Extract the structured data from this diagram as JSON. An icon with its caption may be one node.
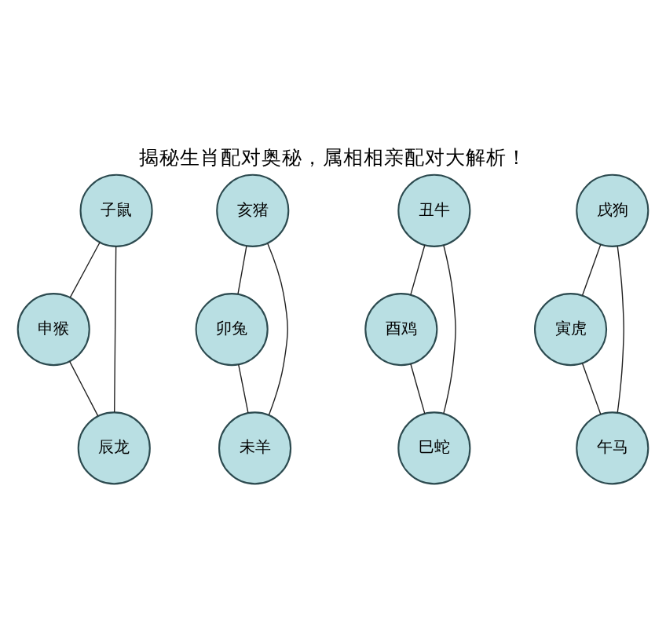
{
  "diagram": {
    "title": "揭秘生肖配对奥秘，属相相亲配对大解析！",
    "nodes": [
      {
        "text": [
          "子鼠"
        ]
      },
      {
        "text": [
          "亥猪"
        ]
      },
      {
        "text": [
          "丑牛"
        ]
      },
      {
        "text": [
          "戌狗"
        ]
      },
      {
        "text": [
          "寅虎"
        ]
      },
      {
        "text": [
          "酉鸡"
        ]
      },
      {
        "text": [
          "卯兔"
        ]
      },
      {
        "text": [
          "申猴"
        ]
      },
      {
        "text": [
          "辰龙"
        ]
      },
      {
        "text": [
          "未羊"
        ]
      },
      {
        "text": [
          "巳蛇"
        ]
      },
      {
        "text": [
          "午马"
        ]
      }
    ],
    "edges": [
      {
        "from": 0,
        "to": 7,
        "arrow": "none"
      },
      {
        "from": 0,
        "to": 8,
        "arrow": "none"
      },
      {
        "from": 7,
        "to": 8,
        "arrow": "none"
      },
      {
        "from": 3,
        "to": 4,
        "arrow": "none"
      },
      {
        "from": 3,
        "to": 11,
        "arrow": "none"
      },
      {
        "from": 4,
        "to": 11,
        "arrow": "none"
      },
      {
        "from": 1,
        "to": 6,
        "arrow": "none"
      },
      {
        "from": 1,
        "to": 9,
        "arrow": "none"
      },
      {
        "from": 6,
        "to": 9,
        "arrow": "none"
      },
      {
        "from": 2,
        "to": 5,
        "arrow": "none"
      },
      {
        "from": 2,
        "to": 10,
        "arrow": "none"
      },
      {
        "from": 5,
        "to": 10,
        "arrow": "none"
      }
    ]
  }
}
